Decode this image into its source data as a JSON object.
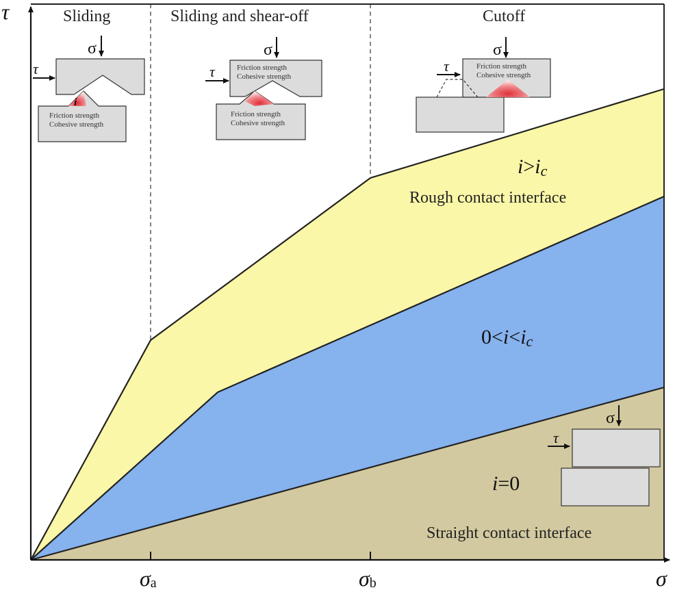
{
  "colors": {
    "rough_band": "#FBF7A8",
    "mid_band": "#86B2EE",
    "straight_band": "#D3C9A0",
    "block_fill": "#DCDCDC",
    "cohesion_red": "#E0303A"
  },
  "axes": {
    "y_label": "τ",
    "x_label": "σ",
    "tick_a_symbol": "σ",
    "tick_a_sub": "a",
    "tick_b_symbol": "σ",
    "tick_b_sub": "b"
  },
  "zones": {
    "sliding": "Sliding",
    "shear_off": "Sliding and shear-off",
    "cutoff": "Cutoff"
  },
  "insets": {
    "sigma": "σ",
    "tau": "τ",
    "friction": "Friction strength",
    "cohesive": "Cohesive strength",
    "angle": "i"
  },
  "regions": {
    "rough": {
      "cond_i": "i",
      "cond_op": ">",
      "cond_ic_main": "i",
      "cond_ic_sub": "c",
      "label": "Rough contact interface"
    },
    "mid": {
      "cond_zero": "0<",
      "cond_i": "i",
      "cond_op": "<",
      "cond_ic_main": "i",
      "cond_ic_sub": "c"
    },
    "straight": {
      "cond_i": "i",
      "cond_rest": "=0",
      "label": "Straight contact interface"
    }
  }
}
